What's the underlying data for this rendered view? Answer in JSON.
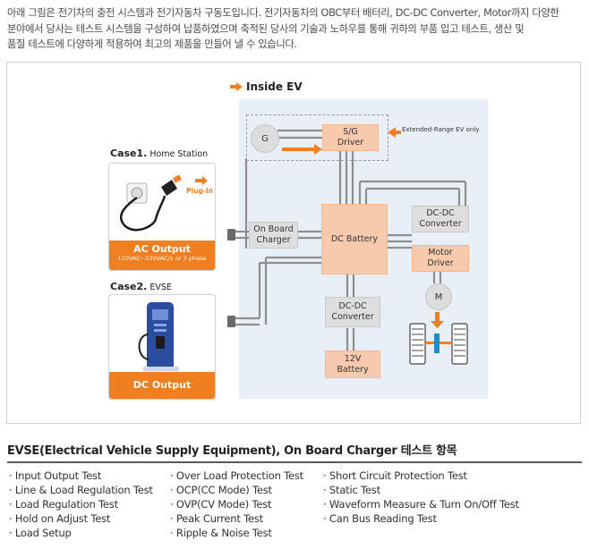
{
  "intro": [
    "아래 그림은 전기차의 충전 시스템과 전기자동차 구동도입니다. 전기자동차의 OBC부터 배터리, DC-DC Converter, Motor까지 다양한",
    "분야에서 당사는 테스트 시스템을 구성하여 납품하였으며 축적된 당사의 기술과 노하우를 통해 귀하의 부품 입고 테스트, 생산 및",
    "품질 테스트에 다양하게 적용하여 최고의 제품을 만들어 낼 수 있습니다."
  ],
  "diagram": {
    "inside_ev": "Inside EV",
    "generator": "G",
    "sg_driver": "S/G\nDriver",
    "extended_range": "Extended-Range EV only",
    "on_board_charger": "On Board\nCharger",
    "dc_battery": "DC Battery",
    "dcdc_top": "DC-DC\nConverter",
    "motor_driver": "Motor\nDriver",
    "motor": "M",
    "dcdc_bottom": "DC-DC\nConverter",
    "battery_12v": "12V\nBattery",
    "case1": {
      "label": "Case1.",
      "sub": "Home Station",
      "plug_in": "Plug-In",
      "output": "AC Output",
      "output_sub": "110VAC~230VAC/1 or 3 phase"
    },
    "case2": {
      "label": "Case2.",
      "sub": "EVSE",
      "output": "DC Output"
    }
  },
  "section": {
    "title": "EVSE(Electrical Vehicle Supply Equipment), On Board Charger 테스트 항목",
    "columns": [
      [
        "Input Output Test",
        "Line & Load Regulation Test",
        "Load Regulation Test",
        "Hold on Adjust Test",
        "Load Setup"
      ],
      [
        "Over Load Protection Test",
        "OCP(CC Mode) Test",
        "OVP(CV Mode) Test",
        "Peak Current Test",
        "Ripple & Noise Test"
      ],
      [
        "Short Circuit Protection Test",
        "Static Test",
        "Waveform Measure & Turn On/Off Test",
        "Can Bus Reading Test"
      ]
    ]
  },
  "colors": {
    "accent": "#f07f22",
    "orange_box": "#f7c9ad",
    "grey_box": "#dedede",
    "ev_panel": "#e8eff6"
  }
}
